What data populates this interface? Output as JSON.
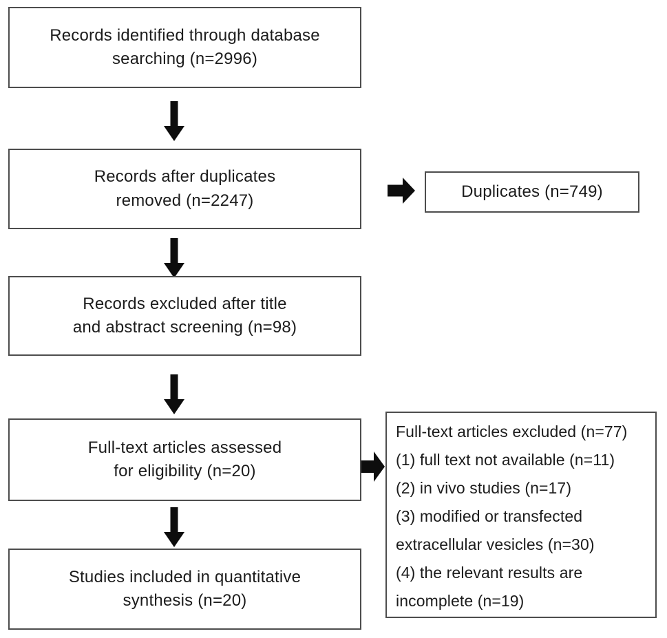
{
  "colors": {
    "background": "#ffffff",
    "box_border": "#4d4d4d",
    "text": "#1c1c1c",
    "arrow": "#0d0d0d"
  },
  "flow": {
    "identified": {
      "lines": [
        "Records identified through database",
        "searching (n=2996)"
      ]
    },
    "after_duplicates": {
      "lines": [
        "Records after duplicates",
        "removed (n=2247)"
      ]
    },
    "duplicates": {
      "lines": [
        "Duplicates (n=749)"
      ]
    },
    "screening_excluded": {
      "lines": [
        "Records excluded after title",
        "and abstract screening (n=98)"
      ]
    },
    "fulltext_assessed": {
      "lines": [
        "Full-text articles assessed",
        "for eligibility (n=20)"
      ]
    },
    "fulltext_excluded": {
      "lines": [
        "Full-text articles excluded (n=77)",
        "(1) full text not available (n=11)",
        "(2) in vivo studies (n=17)",
        "(3) modified or transfected",
        "extracellular vesicles (n=30)",
        "(4) the relevant results are",
        "incomplete (n=19)"
      ]
    },
    "included": {
      "lines": [
        "Studies included in quantitative",
        "synthesis (n=20)"
      ]
    }
  }
}
